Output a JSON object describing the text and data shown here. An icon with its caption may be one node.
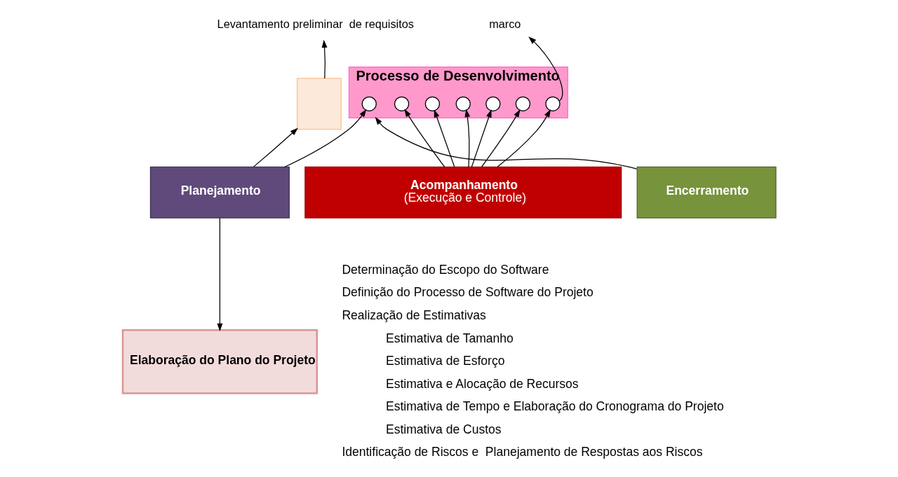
{
  "diagram": {
    "nodes": [
      {
        "text": [
          "Levantamento preliminar  de requisitos"
        ]
      },
      {
        "text": [],
        "shape": "box"
      },
      {
        "text": [
          "Processo de Desenvolvimento"
        ]
      },
      {
        "text": [],
        "shape": "circle",
        "in": 2
      },
      {
        "text": [],
        "shape": "circle",
        "in": 2
      },
      {
        "text": [],
        "shape": "circle",
        "in": 2
      },
      {
        "text": [],
        "shape": "circle",
        "in": 2
      },
      {
        "text": [],
        "shape": "circle",
        "in": 2
      },
      {
        "text": [],
        "shape": "circle",
        "in": 2
      },
      {
        "text": [],
        "shape": "circle",
        "in": 2
      },
      {
        "text": [
          "marco"
        ]
      },
      {
        "text": [
          "Planejamento"
        ]
      },
      {
        "text": [
          "Acompanhamento",
          "(Execução e Controle)"
        ]
      },
      {
        "text": [
          "Encerramento"
        ]
      },
      {
        "text": [
          "Elaboração do Plano do Projeto"
        ]
      }
    ],
    "edges": [
      {
        "from": 1,
        "to": 0,
        "arrow": "to"
      },
      {
        "from": 9,
        "to": 10,
        "arrow": "to"
      },
      {
        "from": 11,
        "to": 1,
        "arrow": "to"
      },
      {
        "from": 11,
        "to": 3,
        "arrow": "to"
      },
      {
        "from": 12,
        "to": 4,
        "arrow": "to"
      },
      {
        "from": 12,
        "to": 5,
        "arrow": "to"
      },
      {
        "from": 12,
        "to": 6,
        "arrow": "to"
      },
      {
        "from": 12,
        "to": 7,
        "arrow": "to"
      },
      {
        "from": 12,
        "to": 8,
        "arrow": "to"
      },
      {
        "from": 12,
        "to": 9,
        "arrow": "to"
      },
      {
        "from": 13,
        "to": 2,
        "arrow": "to"
      },
      {
        "from": 11,
        "to": 14,
        "arrow": "to"
      }
    ],
    "labels": [
      "Determinação do Escopo do Software",
      "Definição do Processo de Software do Projeto",
      "Realização de Estimativas",
      "Estimativa de Tamanho",
      "Estimativa de Esforço",
      "Estimativa e Alocação de Recursos",
      "Estimativa de Tempo e Elaboração do Cronograma do Projeto",
      "Estimativa de Custos",
      "Identificação de Riscos e  Planejamento de Respostas aos Riscos"
    ]
  }
}
